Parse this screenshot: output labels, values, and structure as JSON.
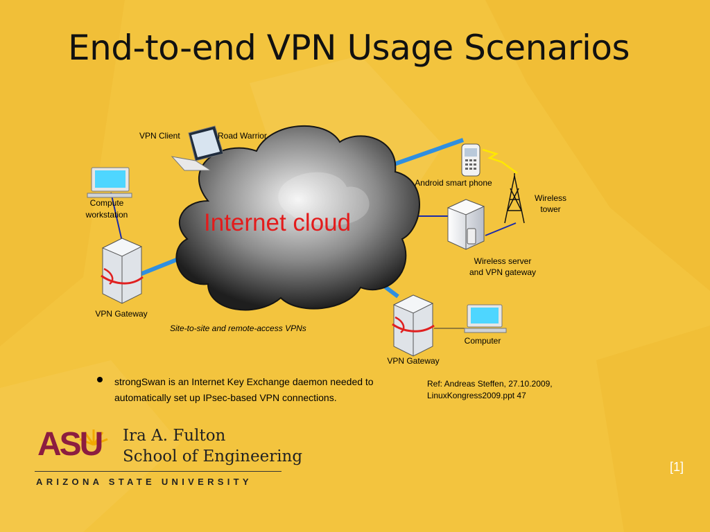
{
  "slide": {
    "title": "End-to-end VPN Usage Scenarios",
    "page_number": "[1]"
  },
  "diagram": {
    "cloud_label": "Internet cloud",
    "labels": {
      "vpn_client": "VPN Client",
      "road_warrior": "Road Warrior",
      "android_phone": "Android smart phone",
      "wireless_tower_line1": "Wireless",
      "wireless_tower_line2": "tower",
      "compute_workstation_line1": "Compute",
      "compute_workstation_line2": "workstation",
      "wireless_server_line1": "Wireless server",
      "wireless_server_line2": "and VPN gateway",
      "vpn_gateway_left": "VPN Gateway",
      "vpn_gateway_right": "VPN Gateway",
      "computer": "Computer"
    },
    "caption": "Site-to-site and remote-access VPNs"
  },
  "bullet": {
    "text": "strongSwan is an Internet Key Exchange daemon needed to automatically set up IPsec-based VPN connections."
  },
  "reference": {
    "line1": "Ref: Andreas Steffen, 27.10.2009,",
    "line2": "LinuxKongress2009.ppt 47"
  },
  "logo": {
    "asu": "ASU",
    "school_line1": "Ira A. Fulton",
    "school_line2": "School of Engineering",
    "university": "ARIZONA STATE UNIVERSITY"
  },
  "colors": {
    "background": "#f3c43e",
    "title": "#111111",
    "cloud_text": "#e31b1b",
    "asu_maroon": "#8c1d40",
    "link_blue": "#2f8fe0"
  }
}
